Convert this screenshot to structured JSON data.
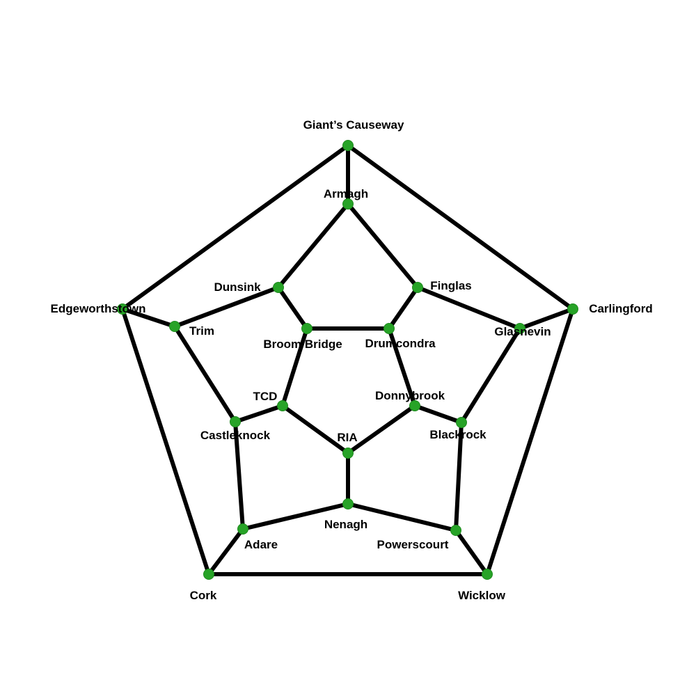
{
  "colors": {
    "node": "#27a327",
    "edge": "#000000",
    "background": "#ffffff"
  },
  "nodes": [
    {
      "id": "giants-causeway",
      "label": "Giant’s Causeway"
    },
    {
      "id": "armagh",
      "label": "Armagh"
    },
    {
      "id": "dunsink",
      "label": "Dunsink"
    },
    {
      "id": "finglas",
      "label": "Finglas"
    },
    {
      "id": "edgeworthstown",
      "label": "Edgeworthstown"
    },
    {
      "id": "trim",
      "label": "Trim"
    },
    {
      "id": "carlingford",
      "label": "Carlingford"
    },
    {
      "id": "glasnevin",
      "label": "Glasnevin"
    },
    {
      "id": "broom-bridge",
      "label": "Broom Bridge"
    },
    {
      "id": "drumcondra",
      "label": "Drumcondra"
    },
    {
      "id": "tcd",
      "label": "TCD"
    },
    {
      "id": "donnybrook",
      "label": "Donnybrook"
    },
    {
      "id": "castleknock",
      "label": "Castleknock"
    },
    {
      "id": "blackrock",
      "label": "Blackrock"
    },
    {
      "id": "ria",
      "label": "RIA"
    },
    {
      "id": "nenagh",
      "label": "Nenagh"
    },
    {
      "id": "adare",
      "label": "Adare"
    },
    {
      "id": "powerscourt",
      "label": "Powerscourt"
    },
    {
      "id": "cork",
      "label": "Cork"
    },
    {
      "id": "wicklow",
      "label": "Wicklow"
    }
  ],
  "edges": [
    [
      "giants-causeway",
      "armagh"
    ],
    [
      "giants-causeway",
      "edgeworthstown"
    ],
    [
      "giants-causeway",
      "carlingford"
    ],
    [
      "edgeworthstown",
      "cork"
    ],
    [
      "carlingford",
      "wicklow"
    ],
    [
      "cork",
      "wicklow"
    ],
    [
      "armagh",
      "dunsink"
    ],
    [
      "armagh",
      "finglas"
    ],
    [
      "edgeworthstown",
      "trim"
    ],
    [
      "carlingford",
      "glasnevin"
    ],
    [
      "cork",
      "adare"
    ],
    [
      "wicklow",
      "powerscourt"
    ],
    [
      "dunsink",
      "trim"
    ],
    [
      "trim",
      "castleknock"
    ],
    [
      "castleknock",
      "adare"
    ],
    [
      "adare",
      "nenagh"
    ],
    [
      "nenagh",
      "powerscourt"
    ],
    [
      "powerscourt",
      "blackrock"
    ],
    [
      "blackrock",
      "glasnevin"
    ],
    [
      "glasnevin",
      "finglas"
    ],
    [
      "dunsink",
      "broom-bridge"
    ],
    [
      "castleknock",
      "tcd"
    ],
    [
      "nenagh",
      "ria"
    ],
    [
      "blackrock",
      "donnybrook"
    ],
    [
      "finglas",
      "drumcondra"
    ],
    [
      "broom-bridge",
      "drumcondra"
    ],
    [
      "drumcondra",
      "donnybrook"
    ],
    [
      "donnybrook",
      "ria"
    ],
    [
      "ria",
      "tcd"
    ],
    [
      "tcd",
      "broom-bridge"
    ]
  ]
}
